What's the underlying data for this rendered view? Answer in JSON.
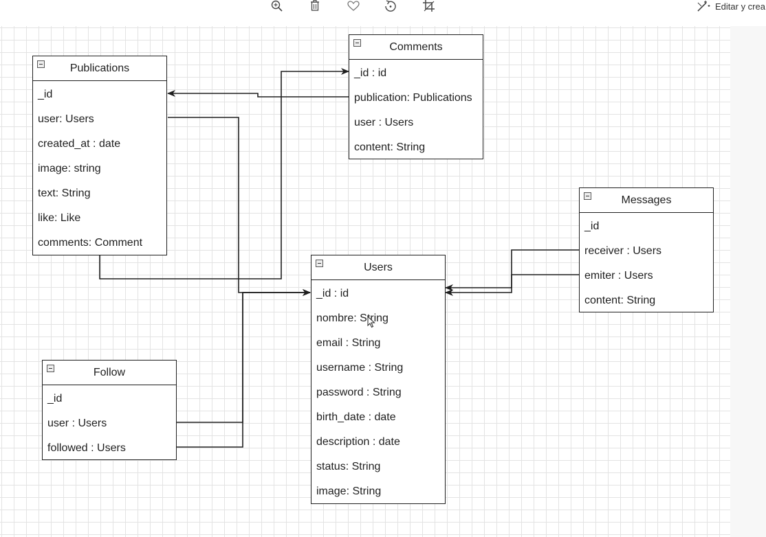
{
  "toolbar": {
    "buttons": [
      {
        "icon": "zoom-in-icon"
      },
      {
        "icon": "trash-icon"
      },
      {
        "icon": "heart-icon"
      },
      {
        "icon": "rotate-icon"
      },
      {
        "icon": "crop-icon"
      }
    ],
    "edit_create_label": "Editar y crea"
  },
  "entities": {
    "publications": {
      "title": "Publications",
      "fields": [
        "_id",
        "user: Users",
        "created_at : date",
        "image: string",
        "text: String",
        "like: Like",
        "comments: Comment"
      ]
    },
    "comments": {
      "title": "Comments",
      "fields": [
        "_id : id",
        "publication: Publications",
        "user : Users",
        "content: String"
      ]
    },
    "messages": {
      "title": "Messages",
      "fields": [
        "_id",
        "receiver : Users",
        "emiter : Users",
        "content: String"
      ]
    },
    "users": {
      "title": "Users",
      "fields": [
        "_id : id",
        "nombre: String",
        "email : String",
        "username : String",
        "password : String",
        "birth_date : date",
        "description : date",
        "status: String",
        "image: String"
      ]
    },
    "follow": {
      "title": "Follow",
      "fields": [
        "_id",
        "user : Users",
        "followed : Users"
      ]
    }
  }
}
